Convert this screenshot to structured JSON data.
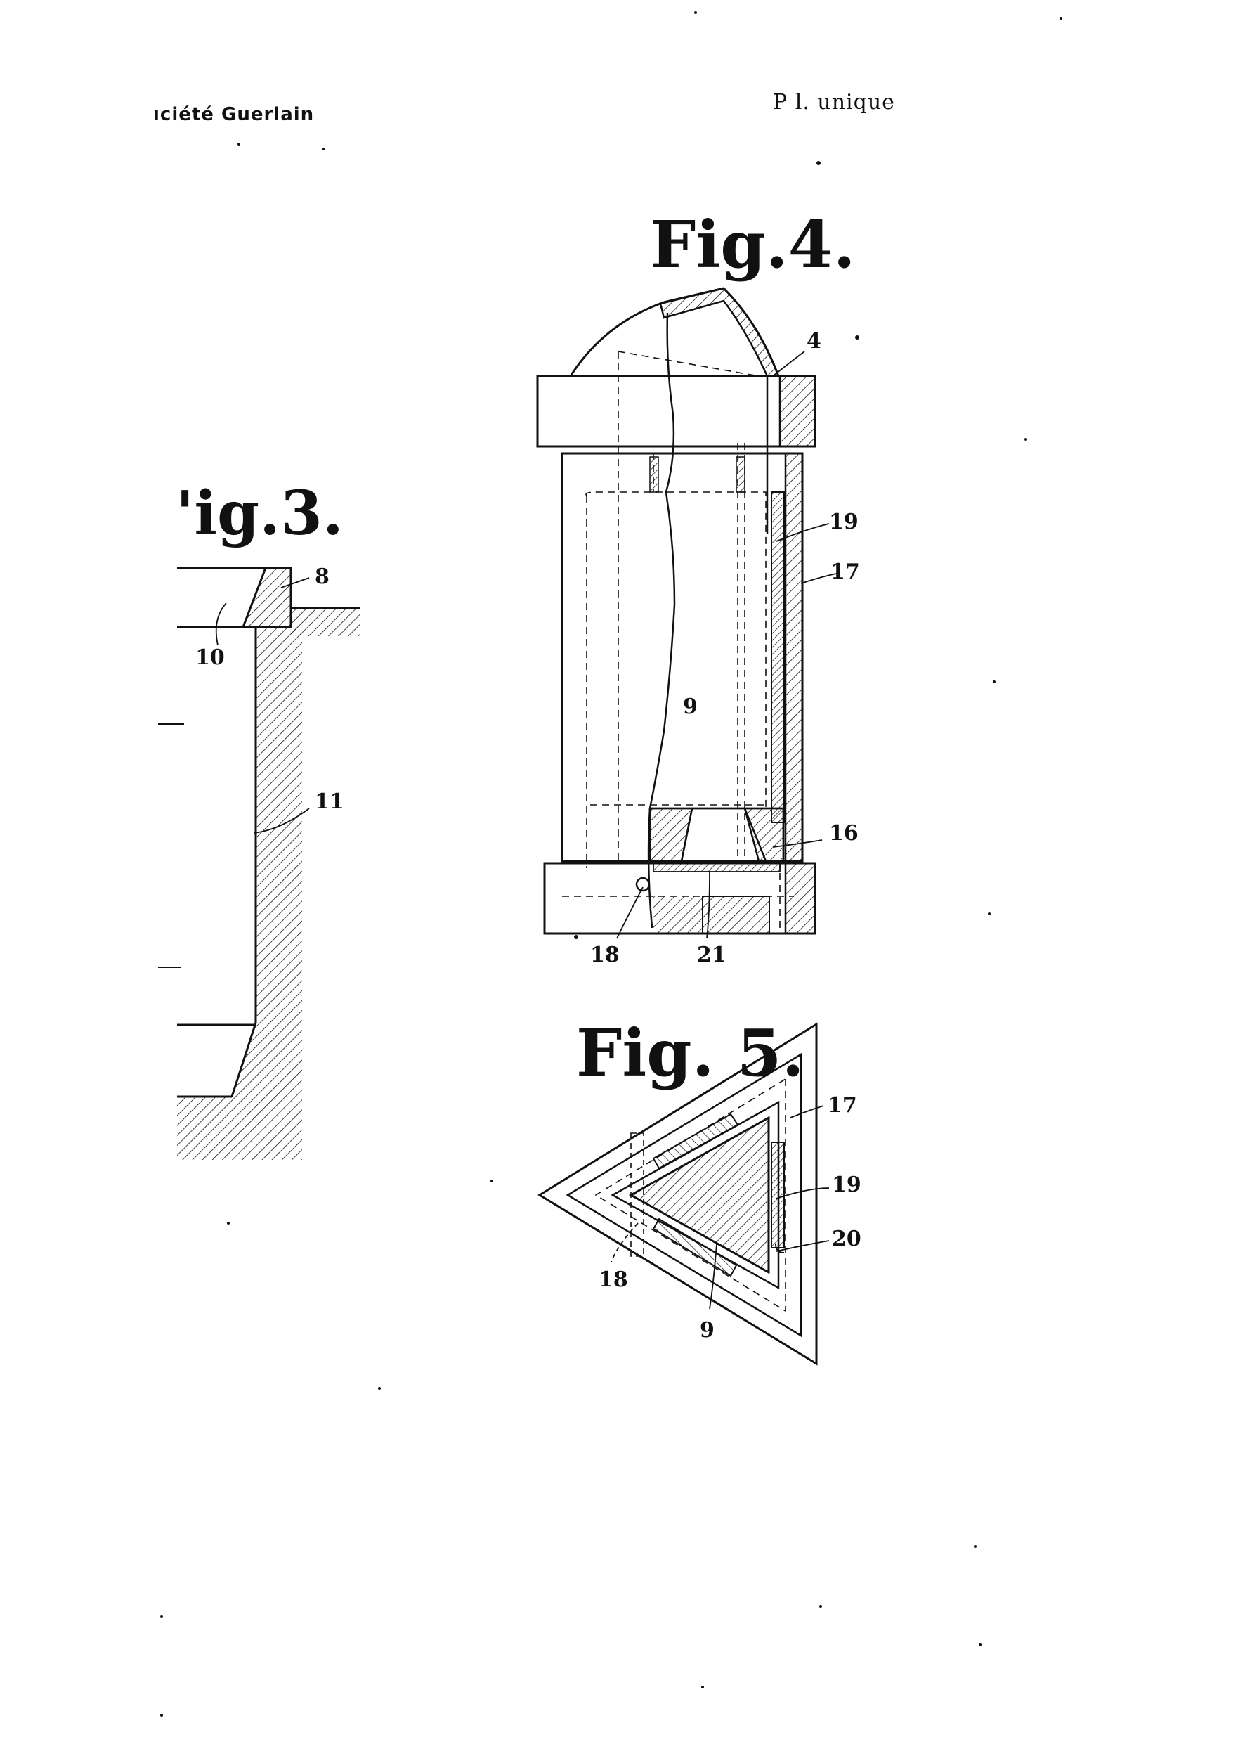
{
  "header": {
    "applicant": "ıciété Guerlain",
    "plate": "P l. unique"
  },
  "figures": {
    "fig3": {
      "title": "'ig.3.",
      "refs": {
        "r8": "8",
        "r10": "10",
        "r11": "11"
      }
    },
    "fig4": {
      "title": "Fig.4.",
      "refs": {
        "r4": "4",
        "r19": "19",
        "r17": "17",
        "r9": "9",
        "r16": "16",
        "r18": "18",
        "r21": "21"
      }
    },
    "fig5": {
      "title": "Fig. 5.",
      "refs": {
        "r17": "17",
        "r19": "19",
        "r20": "20",
        "r18": "18",
        "r9": "9"
      }
    }
  },
  "colors": {
    "ink": "#111111",
    "paper": "#ffffff"
  }
}
